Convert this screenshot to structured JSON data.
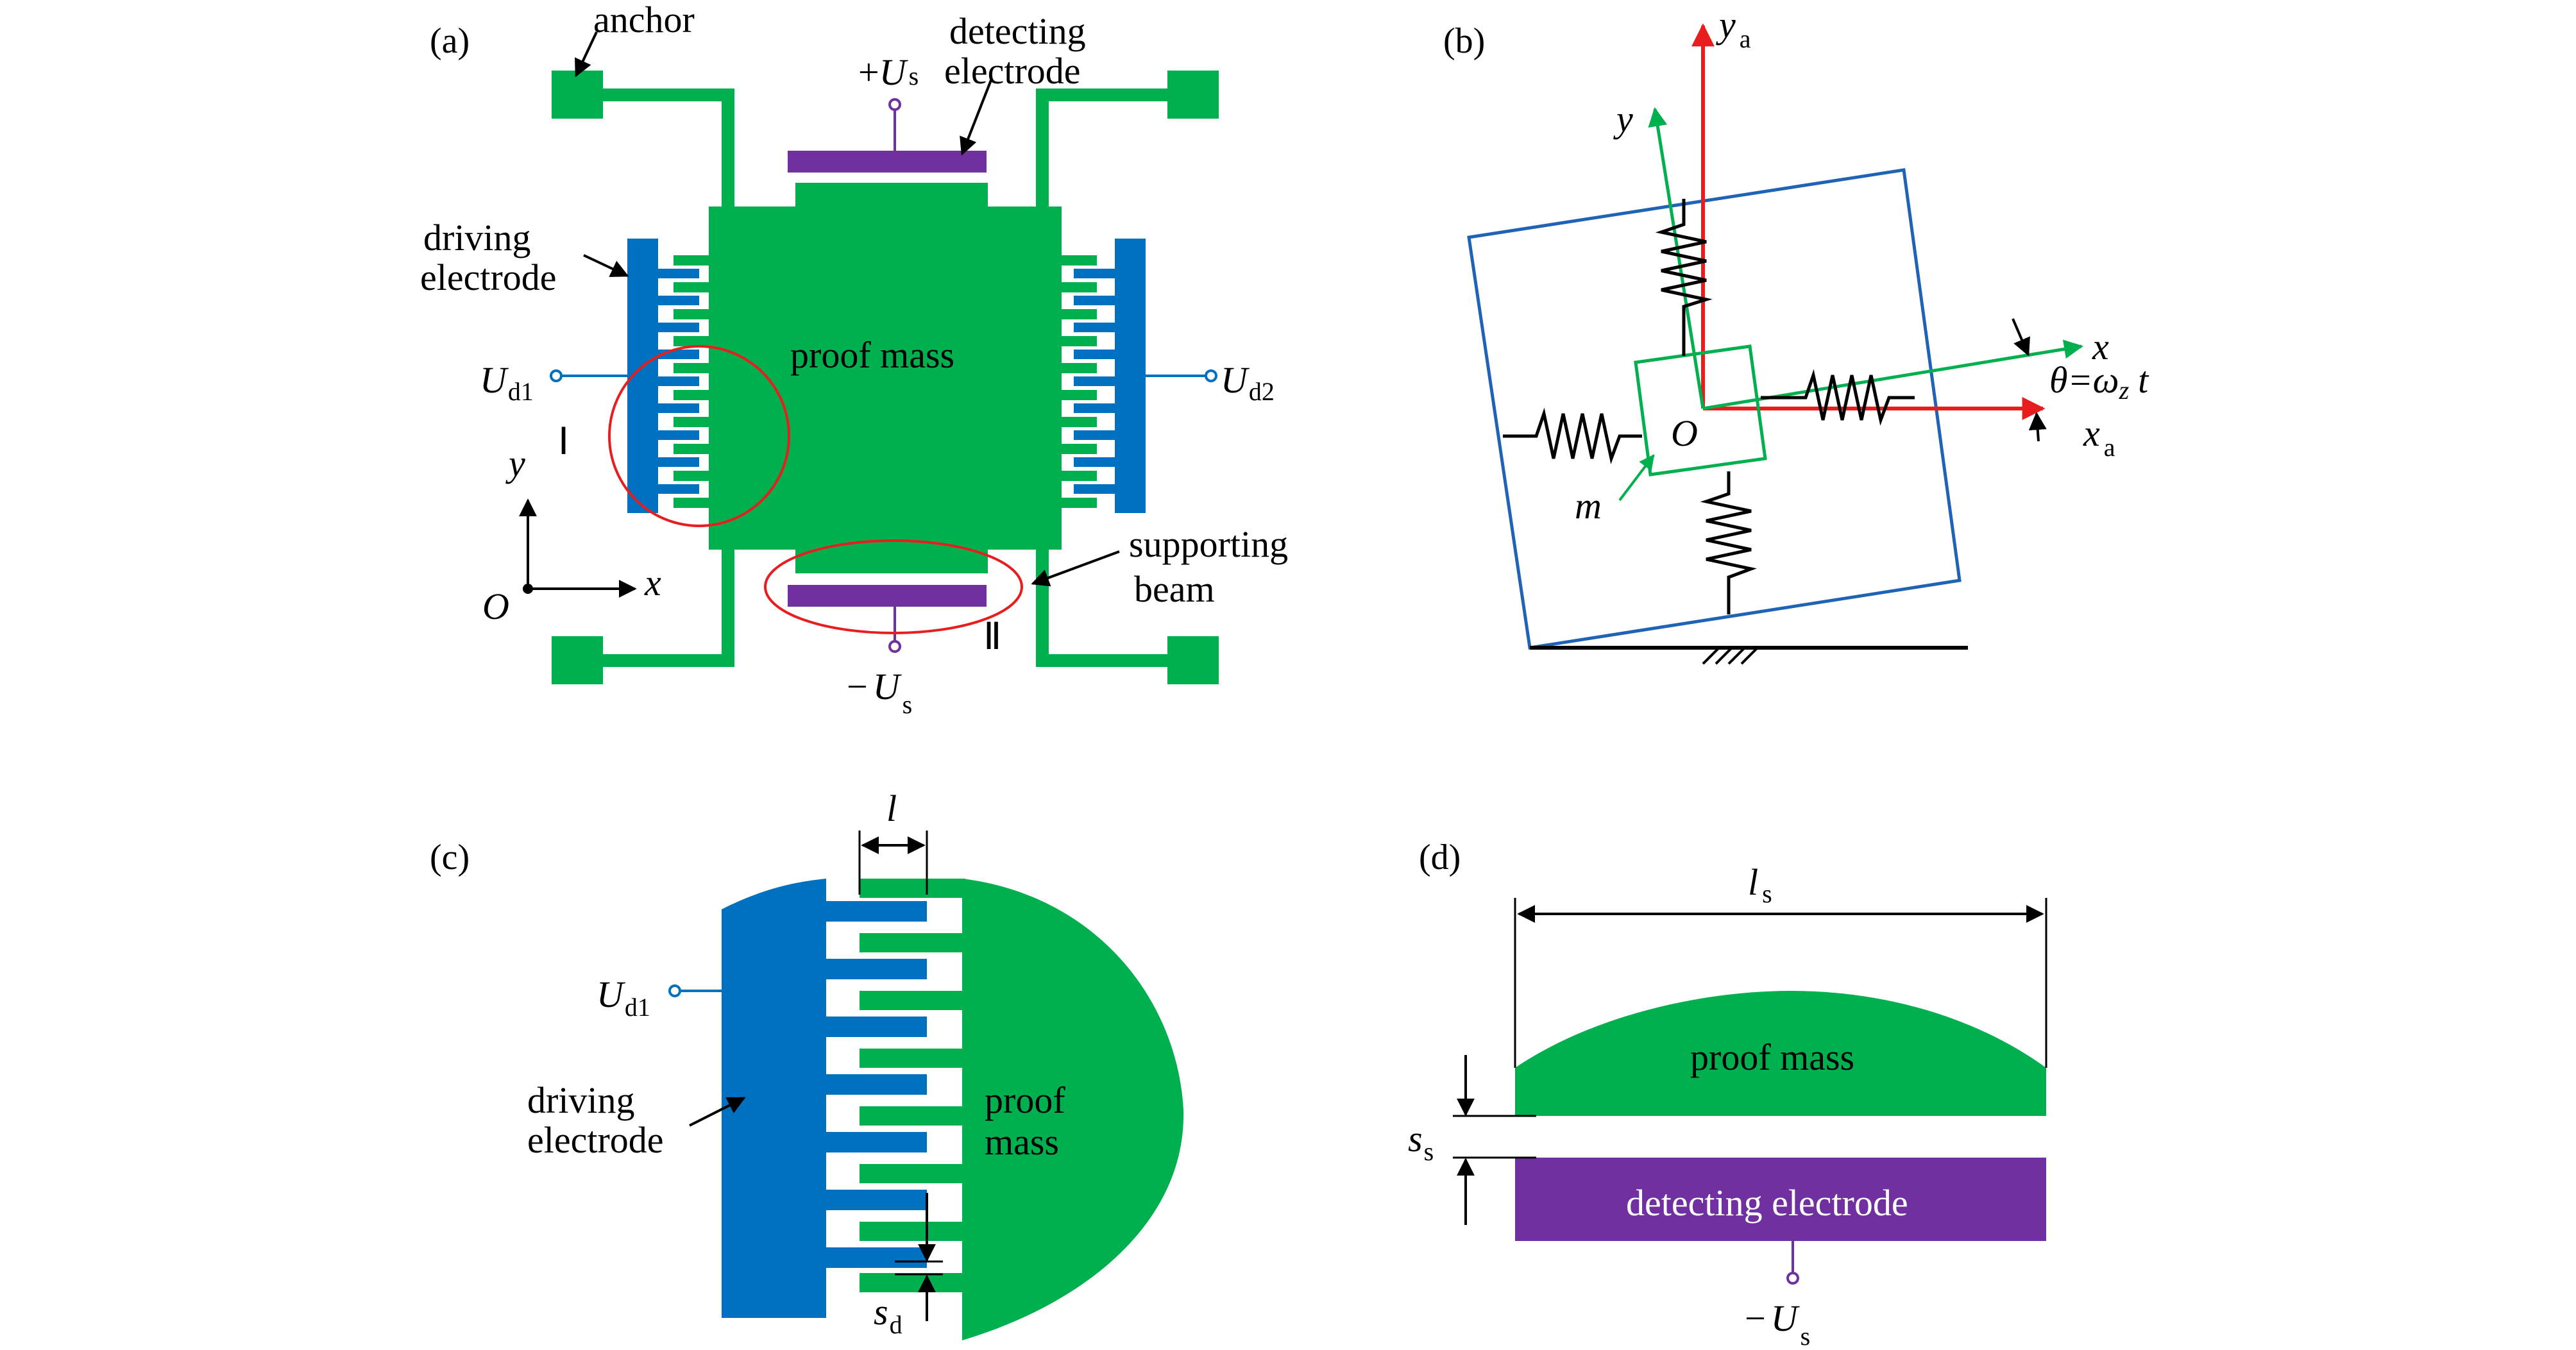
{
  "colors": {
    "green": "#00b04f",
    "blue": "#0070c0",
    "purple": "#7030a0",
    "red": "#e81e1e",
    "black": "#000000",
    "frame_blue": "#1f63b6"
  },
  "panel_a": {
    "tag": "(a)",
    "anchor": "anchor",
    "detecting_electrode": [
      "detecting",
      "electrode"
    ],
    "plus_us_sign": "+",
    "u": "U",
    "s_sub": "s",
    "driving_electrode": [
      "driving",
      "electrode"
    ],
    "proof_mass": "proof mass",
    "ud1_sub": "d1",
    "ud2_sub": "d2",
    "roman_1": "Ⅰ",
    "roman_2": "Ⅱ",
    "axis_y": "y",
    "axis_x": "x",
    "origin": "O",
    "supporting_beam": [
      "supporting",
      "beam"
    ],
    "minus_us_sign": "−"
  },
  "panel_b": {
    "tag": "(b)",
    "y_a": "y",
    "a_sub": "a",
    "y": "y",
    "x": "x",
    "theta_eq": "θ=ω",
    "z_sub": "z",
    "t": "t",
    "x_a": "x",
    "origin": "O",
    "mass": "m"
  },
  "panel_c": {
    "tag": "(c)",
    "l": "l",
    "u": "U",
    "ud1_sub": "d1",
    "driving_electrode": [
      "driving",
      "electrode"
    ],
    "proof_mass": [
      "proof",
      "mass"
    ],
    "s": "s",
    "d_sub": "d"
  },
  "panel_d": {
    "tag": "(d)",
    "l": "l",
    "s_sub": "s",
    "s": "s",
    "proof_mass": "proof mass",
    "detecting_electrode": "detecting electrode",
    "minus_sign": "−",
    "u": "U"
  }
}
